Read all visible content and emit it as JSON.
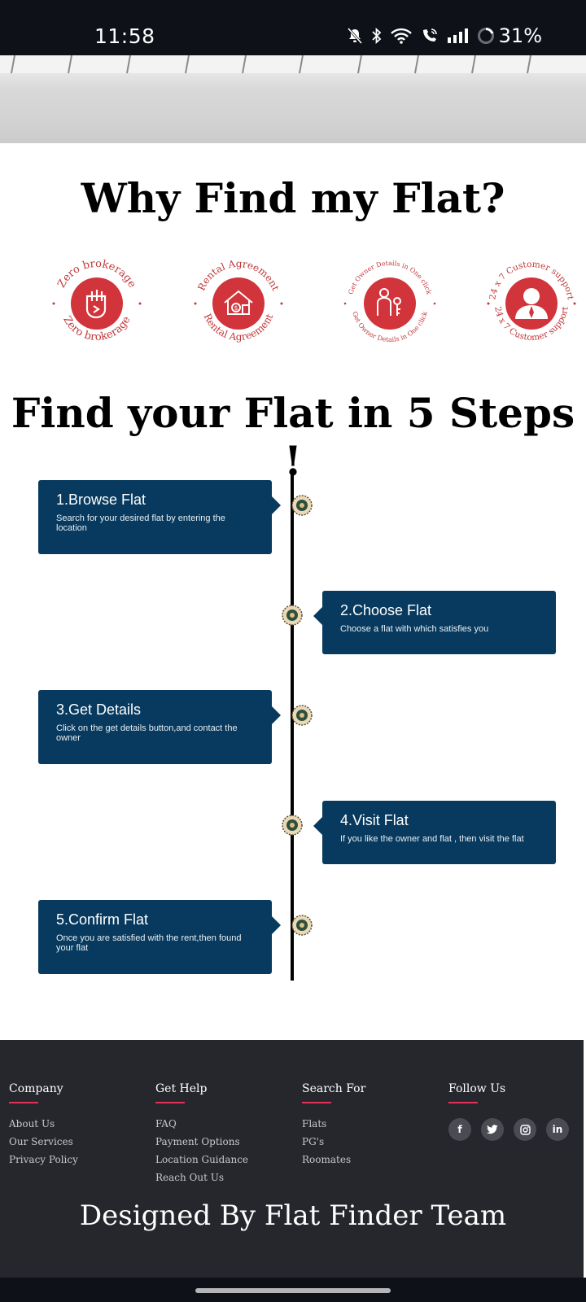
{
  "status_bar": {
    "time": "11:58",
    "battery": "31%"
  },
  "why": {
    "title": "Why Find my Flat?"
  },
  "features": [
    {
      "label": "Zero brokerage",
      "icon": "fist-icon",
      "text_color": "#c0393b"
    },
    {
      "label": "Rental Agreement",
      "icon": "house-key-icon",
      "text_color": "#c0393b"
    },
    {
      "label": "Get Owner Details in One click",
      "icon": "owner-key-icon",
      "text_color": "#c0393b"
    },
    {
      "label": "24 x 7 Customer support",
      "icon": "person-icon",
      "text_color": "#c0393b"
    }
  ],
  "steps_section": {
    "title": "Find your Flat in 5 Steps !"
  },
  "steps": [
    {
      "title": "1.Browse Flat",
      "desc": "Search for your desired flat by entering the location"
    },
    {
      "title": "2.Choose Flat",
      "desc": "Choose a flat with which satisfies you"
    },
    {
      "title": "3.Get Details",
      "desc": "Click on the get details button,and contact the owner"
    },
    {
      "title": "4.Visit Flat",
      "desc": "If you like the owner and flat , then visit the flat"
    },
    {
      "title": "5.Confirm Flat",
      "desc": "Once you are satisfied with the rent,then found your flat"
    }
  ],
  "footer": {
    "company": {
      "heading": "Company",
      "links": [
        "About Us",
        "Our Services",
        "Privacy Policy"
      ]
    },
    "help": {
      "heading": "Get Help",
      "links": [
        "FAQ",
        "Payment Options",
        "Location Guidance",
        "Reach Out Us"
      ]
    },
    "search": {
      "heading": "Search For",
      "links": [
        "Flats",
        "PG's",
        "Roomates"
      ]
    },
    "follow": {
      "heading": "Follow Us",
      "social": [
        {
          "name": "facebook",
          "glyph": "f"
        },
        {
          "name": "twitter",
          "glyph": "t"
        },
        {
          "name": "instagram",
          "glyph": "◎"
        },
        {
          "name": "linkedin",
          "glyph": "in"
        }
      ]
    },
    "designed_by": "Designed By Flat Finder Team"
  },
  "colors": {
    "brand_red": "#d1343a",
    "card_blue": "#073a5e",
    "footer_bg": "#26272d",
    "accent_pink": "#e0315b"
  }
}
